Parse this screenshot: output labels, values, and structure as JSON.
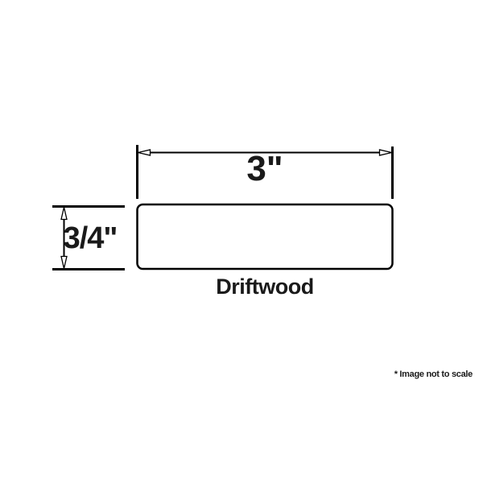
{
  "diagram": {
    "title": "Driftwood",
    "width_dimension": {
      "label": "3\""
    },
    "height_dimension": {
      "label": "3/4\""
    },
    "scale_note": "* Image not to scale",
    "colors": {
      "line": "#000000",
      "background": "#ffffff",
      "board_fill": "#ffffff"
    }
  }
}
